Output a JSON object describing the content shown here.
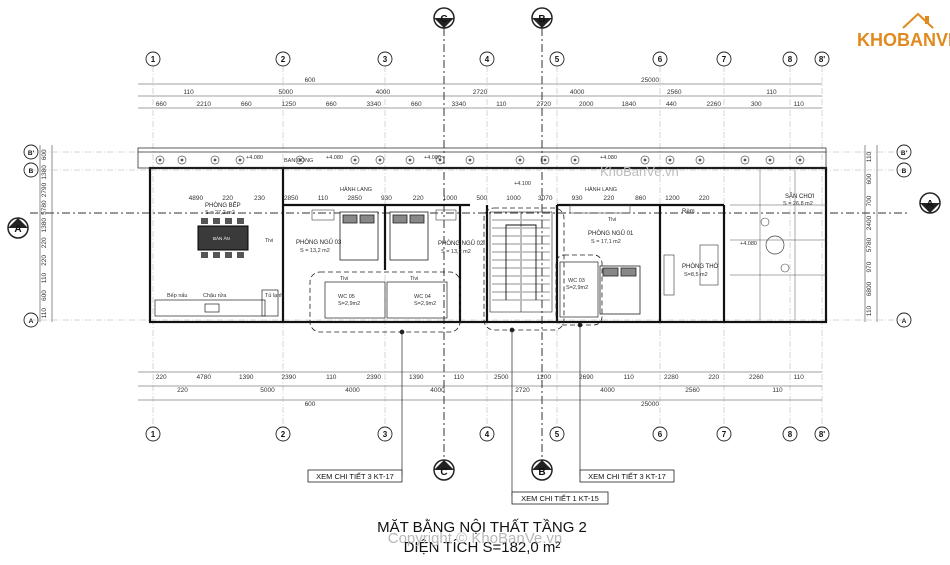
{
  "logo": {
    "text": "KHOBANVE",
    "color": "#e08a1e"
  },
  "watermark": {
    "top": "KhoBanVe.vn",
    "bottom": "Copyright © KhoBanVe.vn"
  },
  "grid_top": [
    "1",
    "2",
    "3",
    "4",
    "5",
    "6",
    "7",
    "8",
    "8'"
  ],
  "grid_bottom": [
    "1",
    "2",
    "3",
    "4",
    "5",
    "6",
    "7",
    "8",
    "8'"
  ],
  "section_top": [
    "C",
    "B"
  ],
  "section_bottom": [
    "C",
    "B"
  ],
  "grid_left": [
    "B'",
    "B",
    "A",
    "A"
  ],
  "grid_right": [
    "B'",
    "B",
    "A",
    "A"
  ],
  "dims_top_row1": [
    "600",
    "25000"
  ],
  "dims_top_row2": [
    "110",
    "5000",
    "4000",
    "2720",
    "4000",
    "2560",
    "110"
  ],
  "dims_top_row3": [
    "660",
    "2210",
    "660",
    "1250",
    "660",
    "3340",
    "660",
    "3340",
    "110",
    "2720",
    "2000",
    "1840",
    "440",
    "2260",
    "300",
    "110"
  ],
  "dims_bottom_row1": [
    "220",
    "4780",
    "1390",
    "2390",
    "110",
    "2390",
    "1390",
    "110",
    "2500",
    "1200",
    "2690",
    "110",
    "2280",
    "220",
    "2260",
    "110"
  ],
  "dims_bottom_row2": [
    "220",
    "5000",
    "4000",
    "4000",
    "2720",
    "4000",
    "2560",
    "110"
  ],
  "dims_bottom_row3": [
    "600",
    "25000"
  ],
  "dims_left": [
    "600",
    "1380",
    "2790",
    "5780",
    "1380",
    "220",
    "220",
    "110",
    "600",
    "110"
  ],
  "dims_right": [
    "110",
    "600",
    "700",
    "2400",
    "5780",
    "970",
    "6800",
    "110"
  ],
  "inner_dims": [
    "4890",
    "220",
    "230",
    "2850",
    "110",
    "2850",
    "930",
    "220",
    "1000",
    "500",
    "1000",
    "3070",
    "930",
    "220",
    "860",
    "1200",
    "220"
  ],
  "rooms": [
    {
      "name": "PHÒNG BẾP",
      "area": "S = 27,2 m2"
    },
    {
      "name": "BÀN ĂN",
      "area": ""
    },
    {
      "name": "PHÒNG NGỦ 03",
      "area": "S = 13,2 m2"
    },
    {
      "name": "PHÒNG NGỦ 02",
      "area": "S = 13,2 m2"
    },
    {
      "name": "PHÒNG NGỦ 01",
      "area": "S = 17,1 m2"
    },
    {
      "name": "WC 05",
      "area": "S=2,9m2"
    },
    {
      "name": "WC 04",
      "area": "S=2,9m2"
    },
    {
      "name": "WC 03",
      "area": "S=2,9m2"
    },
    {
      "name": "PHÒNG THỜ",
      "area": "S=8,5 m2"
    },
    {
      "name": "SÂN CHƠI",
      "area": "S = 26,8 m2"
    }
  ],
  "labels": {
    "ban_cong": "BAN CÔNG",
    "hanh_lang_1": "HÀNH LANG",
    "hanh_lang_2": "HÀNH LANG",
    "level_1": "+4.080",
    "level_2": "+4.080",
    "level_3": "+4.080",
    "level_4": "+4.080",
    "level_5": "+4.100",
    "level_6": "+4.080",
    "tivi_1": "Tivi",
    "tivi_2": "Tivi",
    "tivi_3": "Tivi",
    "tivi_4": "Tivi",
    "rem": "Rèm",
    "bep_nau": "Bếp nấu",
    "chau_rua": "Chậu rửa",
    "tu_lanh": "Tủ lạnh"
  },
  "callouts": {
    "left": "XEM CHI TIẾT 3 KT-17",
    "middle": "XEM CHI TIẾT 1 KT-15",
    "right": "XEM CHI TIẾT 3 KT-17"
  },
  "section_marks": [
    "A",
    "A"
  ],
  "title": {
    "line1": "MẶT BẰNG NỘI THẤT TẦNG 2",
    "line2": "DIỆN TÍCH S=182,0 m²"
  }
}
